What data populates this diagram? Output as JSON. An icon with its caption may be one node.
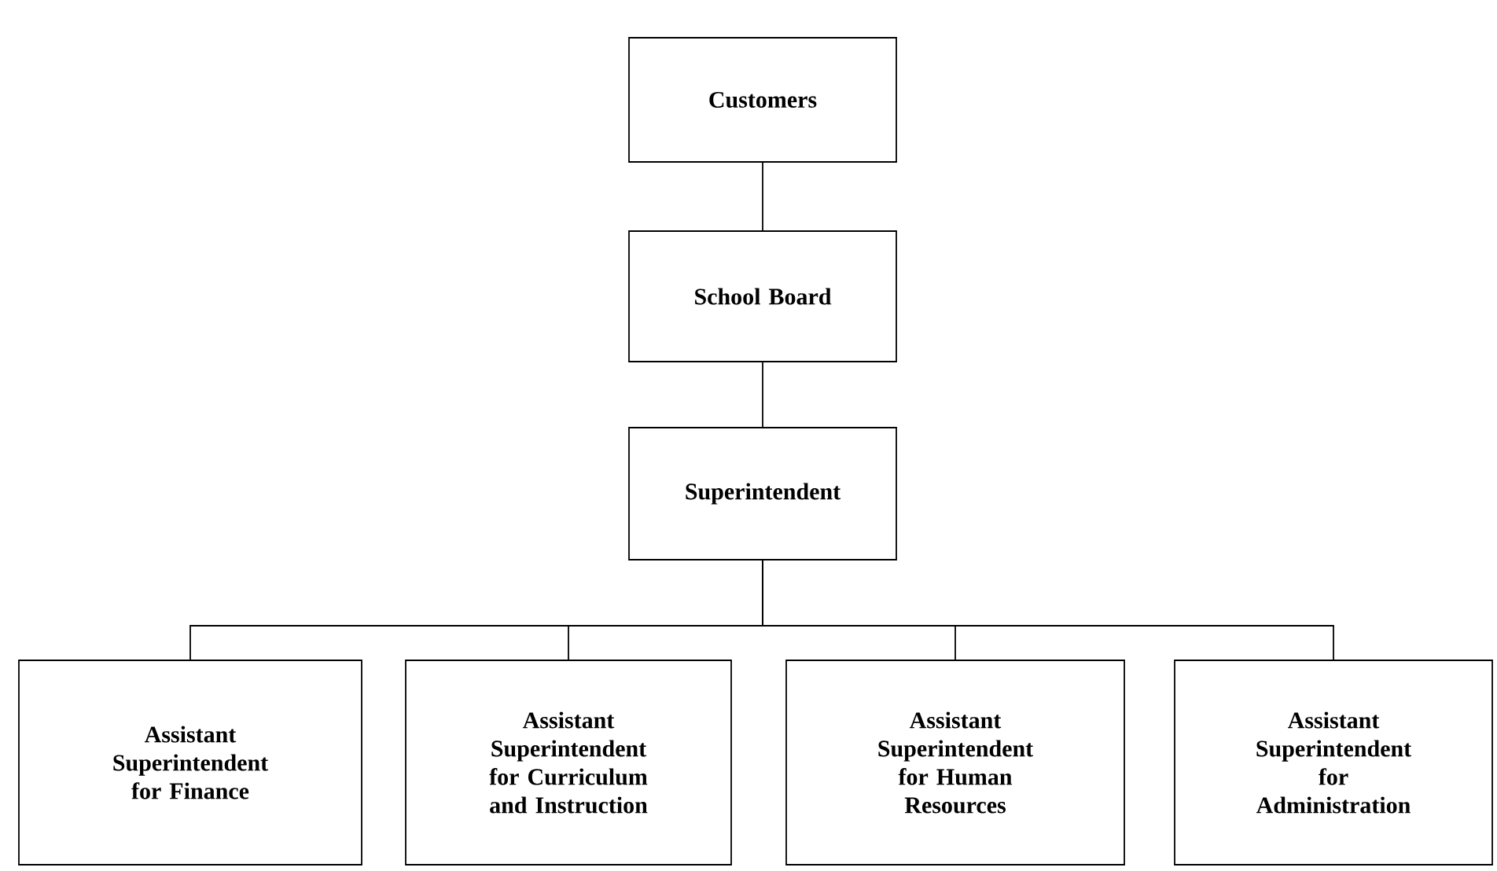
{
  "diagram": {
    "nodes": [
      {
        "text": [
          "Customers"
        ]
      },
      {
        "text": [
          "School Board"
        ]
      },
      {
        "text": [
          "Superintendent"
        ]
      },
      {
        "text": [
          "Assistant Superintendent for Finance"
        ]
      },
      {
        "text": [
          "Assistant Superintendent for Curriculum and Instruction"
        ]
      },
      {
        "text": [
          "Assistant Superintendent for Human Resources"
        ]
      },
      {
        "text": [
          "Assistant Superintendent for Administration"
        ]
      }
    ],
    "edges": [
      {
        "from": 0,
        "to": 1,
        "arrow": "none"
      },
      {
        "from": 1,
        "to": 2,
        "arrow": "none"
      },
      {
        "from": 2,
        "to": 3,
        "arrow": "none"
      },
      {
        "from": 2,
        "to": 4,
        "arrow": "none"
      },
      {
        "from": 2,
        "to": 5,
        "arrow": "none"
      },
      {
        "from": 2,
        "to": 6,
        "arrow": "none"
      }
    ]
  }
}
